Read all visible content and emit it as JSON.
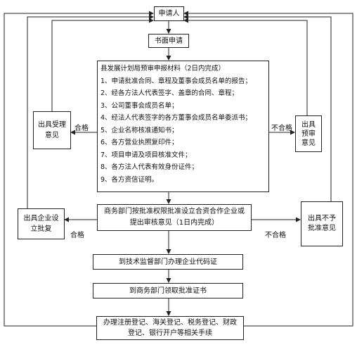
{
  "flowchart": {
    "applicant": "申请人",
    "written_application": "书面申请",
    "county_review": {
      "title": "县发展计划局预审申报材料（2日内完成）",
      "items": [
        "1、申请批准合同、章程及董事会成员名单的报告；",
        "2、经各方法人代表签字、盖章的合同、章程；",
        "3、公司董事会成员名单；",
        "4、经法人代表签字的各方董事会成员名单委派书；",
        "5、企业名称核准通知书；",
        "6、各方营业执照复印件；",
        "7、项目申请及项目核准文件；",
        "8、各方法人代表有效身份证件；",
        "9、各方资信证明。"
      ]
    },
    "accept_opinion": "出具受理意见",
    "pre_review_opinion": "出具预审意见",
    "commerce_review": "商务部门按批准权限批准设立合资合作企业或提出审核意见（1日内完成）",
    "establish_approval": "出具企业设立批复",
    "not_approve_opinion": "出具不予批准意见",
    "tech_supervision": "到技术监督部门办理企业代码证",
    "approval_certificate": "到商务部门领取批准证书",
    "registration": "办理注册登记、海关登记、税务登记、财政登记、银行开户等相关手续",
    "labels": {
      "pass_1": "合格",
      "fail_1": "不合格",
      "pass_2": "合格",
      "fail_2": "不合格"
    }
  }
}
